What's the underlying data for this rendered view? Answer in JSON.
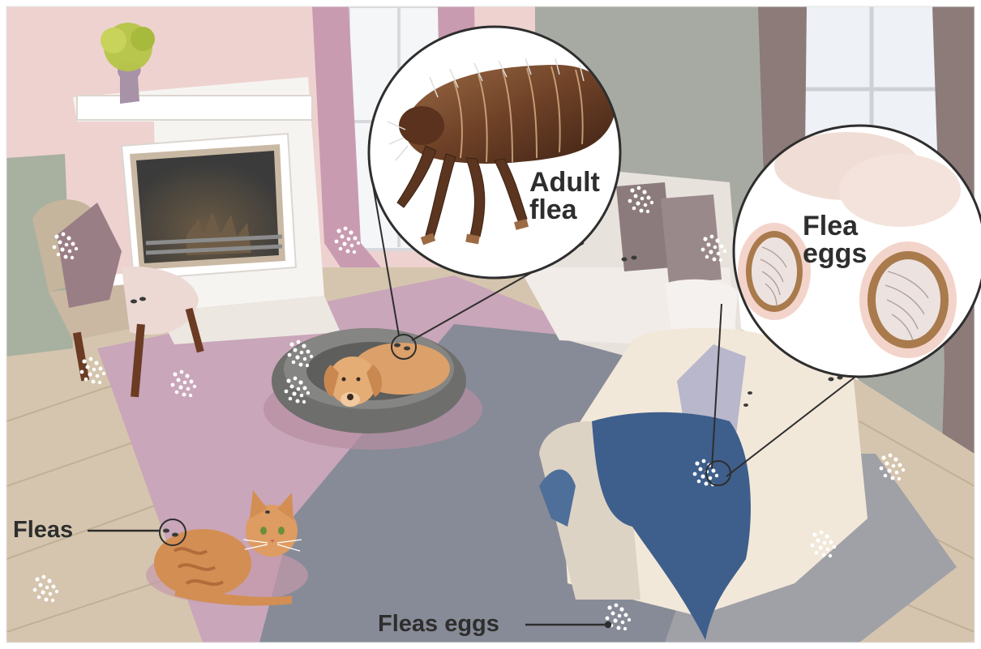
{
  "labels": {
    "adult_flea": [
      "Adult",
      "flea"
    ],
    "flea_eggs_zoom": [
      "Flea",
      "eggs"
    ],
    "fleas": "Fleas",
    "fleas_eggs": "Fleas eggs"
  },
  "colors": {
    "wall": "#eed2d0",
    "wall_right": "#a7aaa3",
    "floor_wood": "#d5c5ae",
    "rug_pink": "#c9a6b9",
    "rug_grey": "#878b97",
    "sofa": "#e8e2dd",
    "armchair": "#f2e8d9",
    "blanket": "#3e5f8c",
    "dog": "#dca06a",
    "cat": "#d38e53",
    "flea_body": "#6a3f25",
    "egg_fill": "#f3e3dc",
    "label_text": "#2e2e2e"
  }
}
